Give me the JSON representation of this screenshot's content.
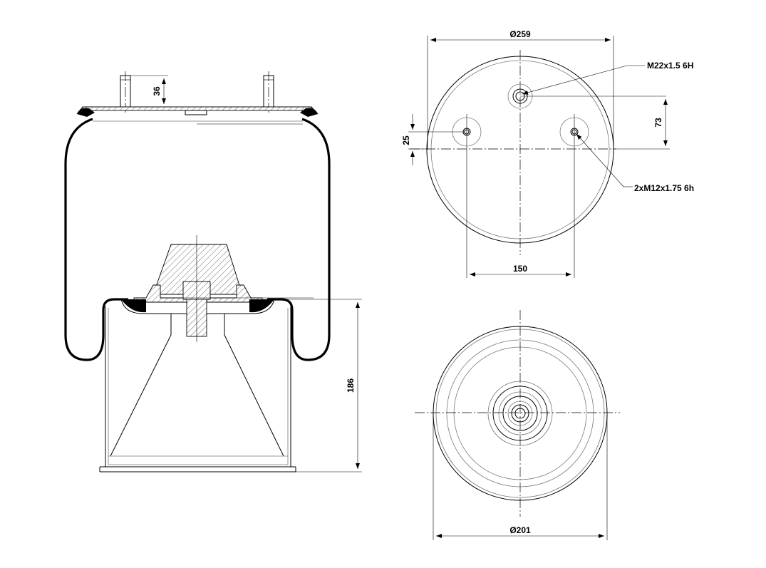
{
  "labels": {
    "dia_top": "Ø259",
    "thread_center": "M22x1.5 6H",
    "thread_sides": "2xM12x1.75 6h",
    "offset_25": "25",
    "offset_73": "73",
    "bolt_spacing": "150",
    "dia_bottom": "Ø201",
    "stud_height": "36",
    "piston_height": "186"
  }
}
